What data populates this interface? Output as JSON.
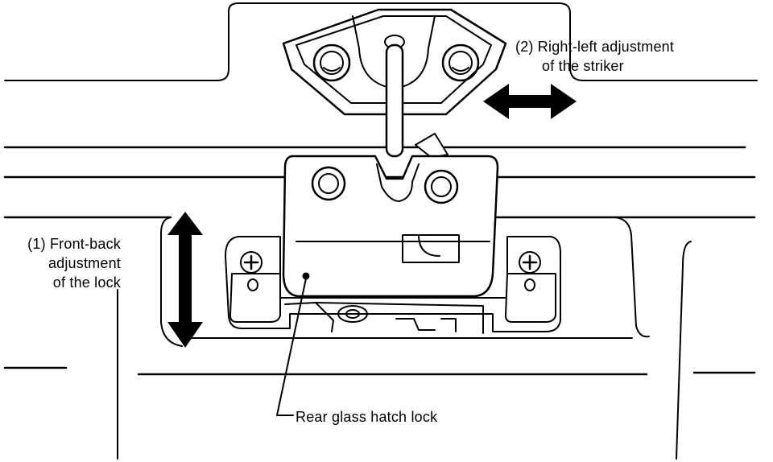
{
  "labels": {
    "striker_adjustment": {
      "line1": "(2) Right-left adjustment",
      "line2": "of the striker"
    },
    "lock_adjustment": {
      "line1": "(1) Front-back",
      "line2": "adjustment",
      "line3": "of the lock"
    },
    "lock_name": "Rear glass hatch lock"
  },
  "colors": {
    "ink": "#000000",
    "paper": "#ffffff"
  }
}
